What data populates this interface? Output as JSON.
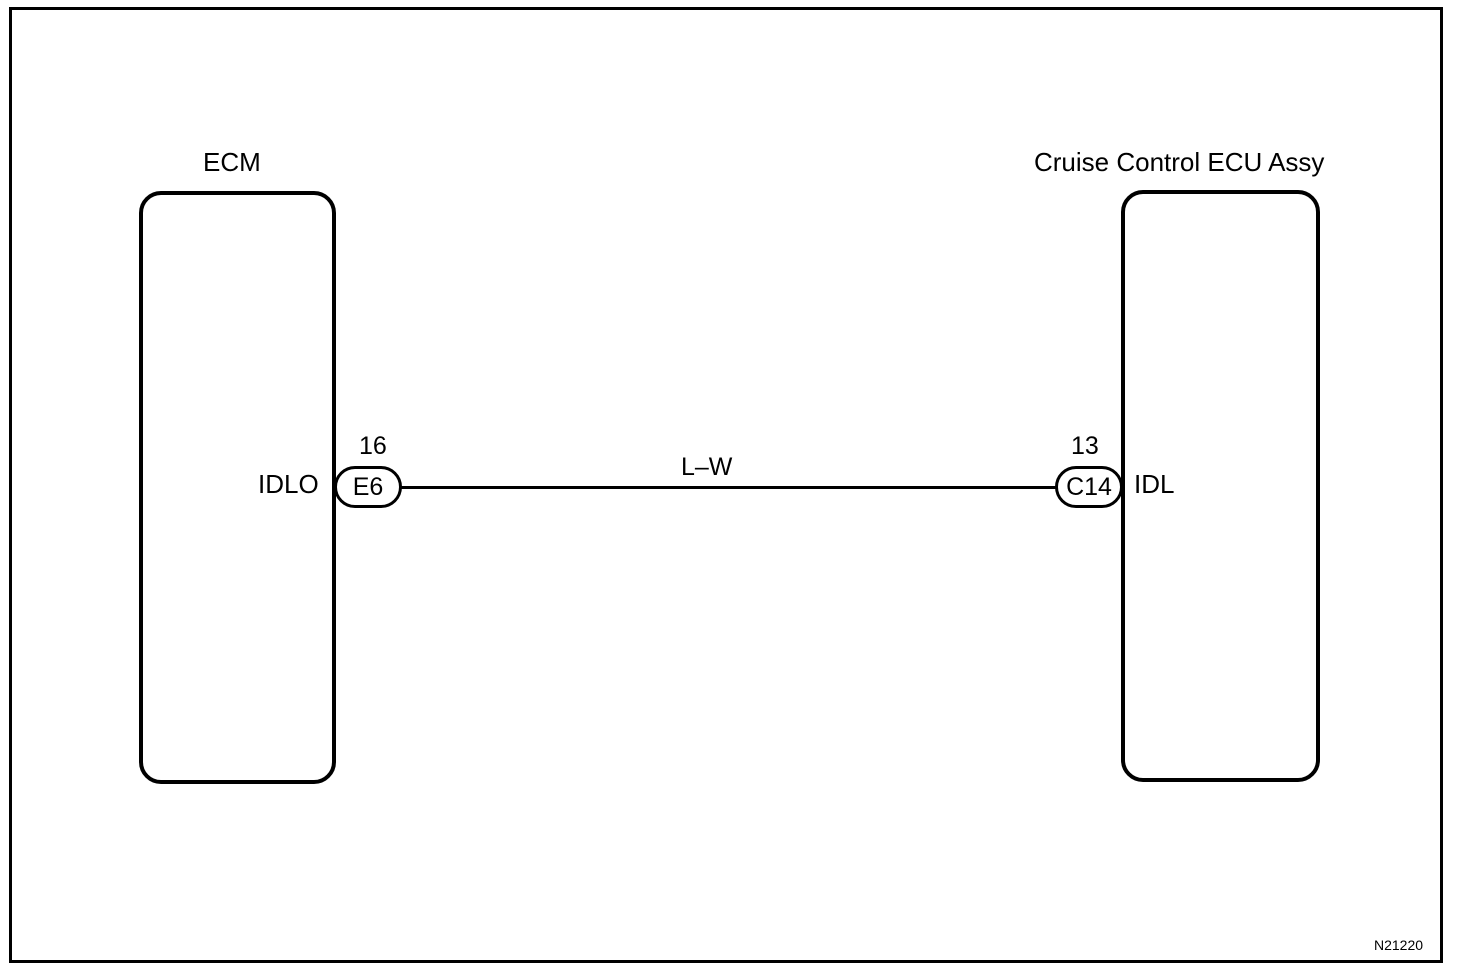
{
  "diagram": {
    "components": {
      "ecm": {
        "title": "ECM",
        "pin_label": "IDLO",
        "pin_number": "16",
        "connector": "E6"
      },
      "cruise_ecu": {
        "title": "Cruise Control ECU Assy",
        "pin_label": "IDL",
        "pin_number": "13",
        "connector": "C14"
      }
    },
    "wire": {
      "color_code": "L–W"
    },
    "figure_id": "N21220"
  }
}
